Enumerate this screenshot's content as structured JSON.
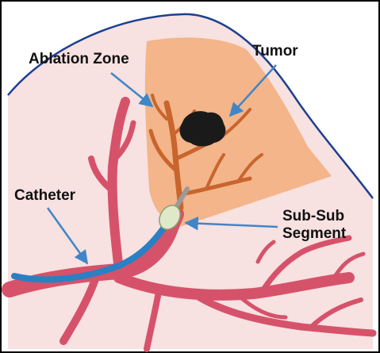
{
  "labels": {
    "ablation_zone": "Ablation Zone",
    "tumor": "Tumor",
    "catheter": "Catheter",
    "sub_sub_segment_line1": "Sub-Sub",
    "sub_sub_segment_line2": "Segment"
  },
  "colors": {
    "frame_border": "#000000",
    "lung_fill": "#f7e1e1",
    "lung_outline": "#1d3f8f",
    "ablation_fill": "#f2b07f",
    "bronchi": "#d6526a",
    "bronchi_dark": "#9c2a41",
    "sub_branches": "#c8652d",
    "tumor": "#1a1a1a",
    "catheter": "#2b7fc3",
    "catheter_tip": "#dfe8c8",
    "arrow": "#3f86c8"
  }
}
